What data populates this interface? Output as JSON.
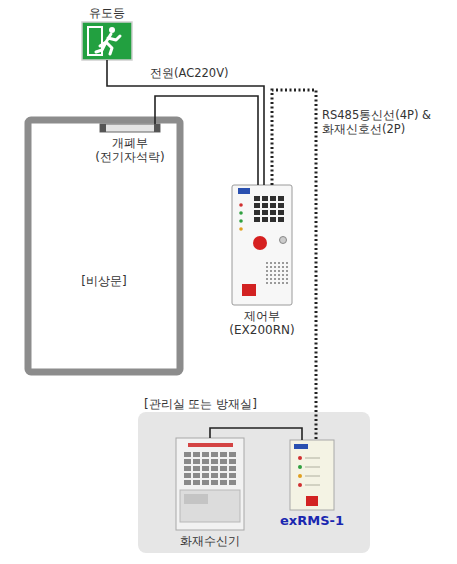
{
  "diagram": {
    "nodes": [
      {
        "text": [
          "유도등"
        ]
      },
      {
        "text": [
          "[비상문]"
        ]
      },
      {
        "text": [
          "개폐부 (전기자석락)"
        ],
        "in": 1
      },
      {
        "text": [
          "제어부 (EX200RN)"
        ]
      },
      {
        "text": [
          "[관리실 또는 방재실]"
        ]
      },
      {
        "text": [
          "화재수신기"
        ],
        "in": 4
      },
      {
        "text": [
          "exRMS-1"
        ],
        "in": 4
      }
    ],
    "edges": [
      {
        "from": 0,
        "to": 3,
        "arrow": "none",
        "label": "전원(AC220V)"
      },
      {
        "from": 2,
        "to": 3,
        "arrow": "none"
      },
      {
        "from": 3,
        "to": 6,
        "arrow": "none",
        "label": "RS485통신선(4P) & 화재신호선(2P)"
      },
      {
        "from": 5,
        "to": 6,
        "arrow": "none"
      }
    ]
  }
}
